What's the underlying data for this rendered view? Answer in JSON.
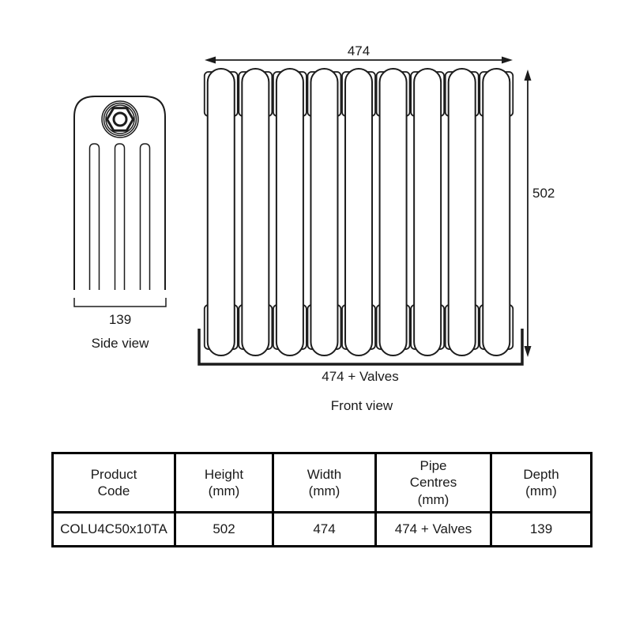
{
  "side_view": {
    "caption": "Side view",
    "depth_label": "139"
  },
  "front_view": {
    "caption": "Front view",
    "width_label": "474",
    "height_label": "502",
    "pipe_centres_label": "474 + Valves",
    "sections_drawn": 9
  },
  "table": {
    "headers": [
      {
        "label": "Product\nCode"
      },
      {
        "label": "Height\n(mm)"
      },
      {
        "label": "Width\n(mm)"
      },
      {
        "label": "Pipe\nCentres\n(mm)"
      },
      {
        "label": "Depth\n(mm)"
      }
    ],
    "rows": [
      [
        "COLU4C50x10TA",
        "502",
        "474",
        "474 + Valves",
        "139"
      ]
    ]
  },
  "colors": {
    "line": "#1c1c1c",
    "text": "#1a1a1a",
    "background": "#ffffff"
  }
}
